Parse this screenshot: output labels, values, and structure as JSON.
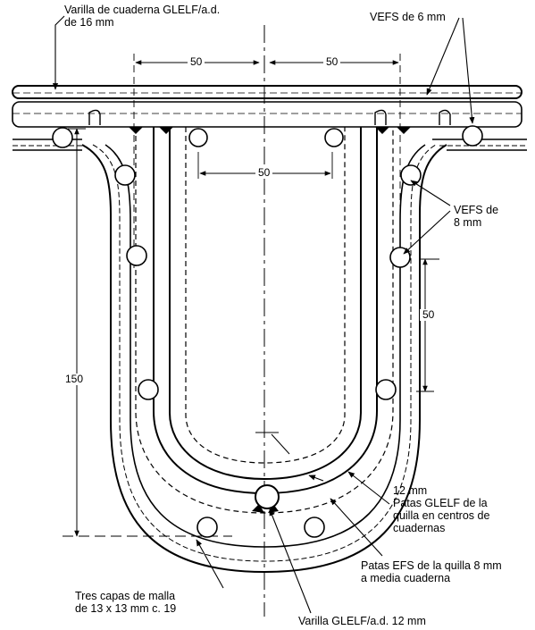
{
  "labels": {
    "frame_bar": "Varilla de cuaderna GLELF/a.d.\nde 16 mm",
    "vefs6": "VEFS de 6 mm",
    "vefs8": "VEFS de\n8 mm",
    "keel_legs": "12 mm\nPatas GLELF de la\nquilla en centros de\ncuadernas",
    "efs_legs": "Patas EFS de la quilla 8 mm\na media cuaderna",
    "mesh": "Tres capas de malla\nde 13 x 13 mm c. 19",
    "keel_bar": "Varilla GLELF/a.d. 12 mm"
  },
  "dimensions": {
    "top_left": "50",
    "top_right": "50",
    "middle": "50",
    "right_side": "50",
    "height": "150"
  },
  "colors": {
    "ink": "#000000",
    "paper": "#ffffff"
  }
}
